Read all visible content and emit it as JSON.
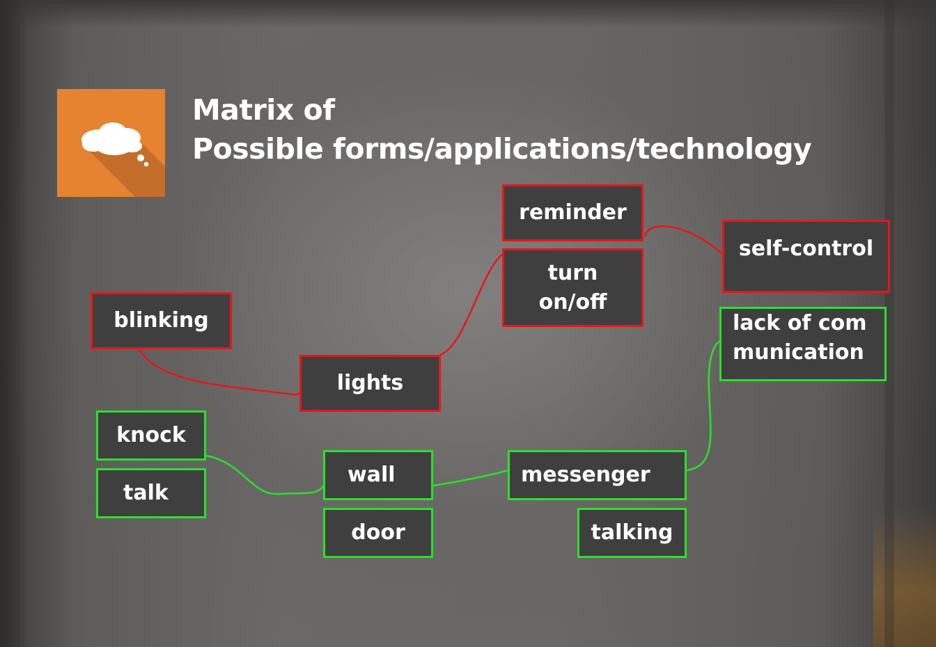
{
  "title": {
    "line1": "Matrix of",
    "line2": "Possible forms/applications/technology"
  },
  "logo": {
    "icon": "thought-cloud-icon",
    "color": "#e68331"
  },
  "colors": {
    "red": "#e8151b",
    "green": "#2be02b",
    "box": "#3f3f3f"
  },
  "nodes": {
    "reminder": "reminder",
    "self_control": "self-control",
    "turn_on_off_1": "turn",
    "turn_on_off_2": "on/off",
    "blinking": "blinking",
    "lights": "lights",
    "lack_of_communication_1": "lack of com",
    "lack_of_communication_2": "munication",
    "knock": "knock",
    "talk": "talk",
    "wall": "wall",
    "door": "door",
    "messenger": "messenger",
    "talking": "talking"
  }
}
